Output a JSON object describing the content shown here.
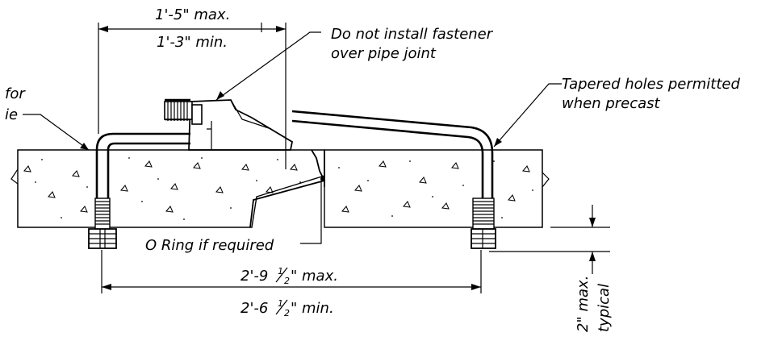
{
  "labels": {
    "top_max": "1'-5\" max.",
    "top_min": "1'-3\" min.",
    "fastener_note_1": "Do not install fastener",
    "fastener_note_2": "over pipe joint",
    "tapered_note_1": "Tapered holes permitted",
    "tapered_note_2": "when precast",
    "left_note_1": "for",
    "left_note_2": "ie",
    "o_ring": "O Ring if required",
    "bottom_max_a": "2'-9",
    "bottom_max_b": "\" max.",
    "bottom_min_a": "2'-6",
    "bottom_min_b": "\" min.",
    "fraction_num": "1",
    "fraction_den": "2",
    "side_1": "2\" max.",
    "side_2": "typical"
  }
}
